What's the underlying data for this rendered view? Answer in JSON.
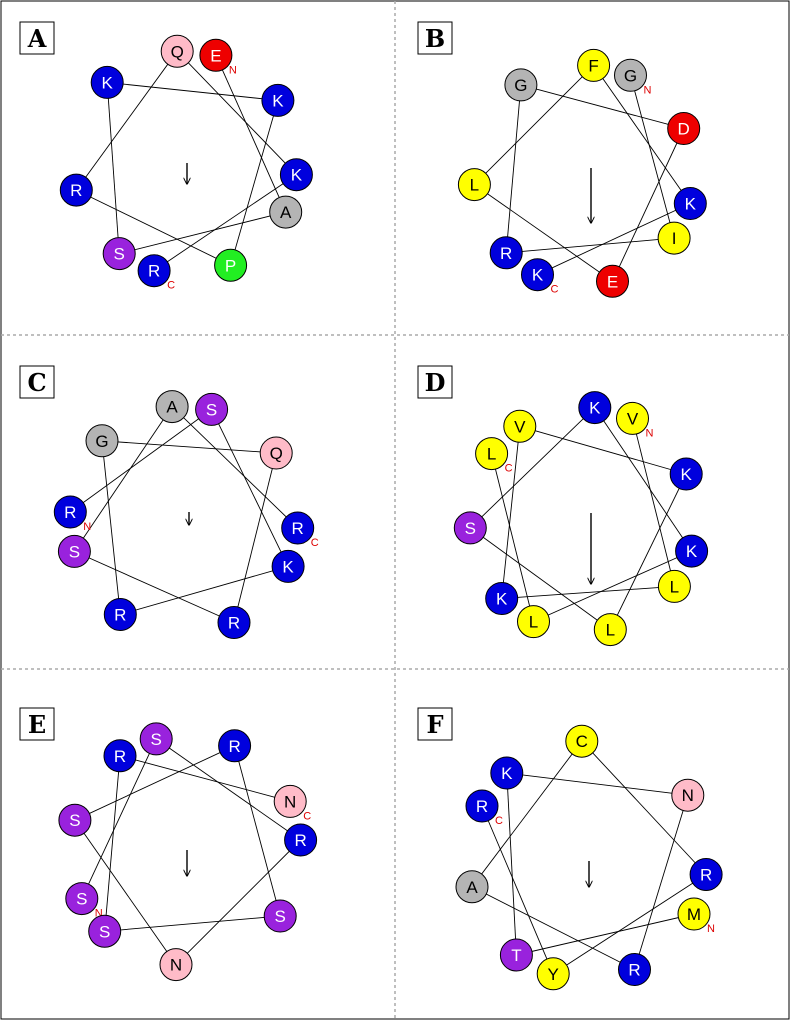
{
  "colors": {
    "basic": "#0000dd",
    "acidic": "#ee0000",
    "hydrophobic": "#ffff00",
    "polar": "#9922dd",
    "amide": "#ffbbc8",
    "small": "#b4b4b4",
    "proline": "#22ee22",
    "terminus_marker": "#dd0000",
    "line": "#000000",
    "divider": "#aaaaaa"
  },
  "panels": [
    {
      "letter": "A",
      "residues": [
        {
          "label": "E",
          "class": "acidic",
          "terminus": "N"
        },
        {
          "label": "A",
          "class": "small",
          "terminus": ""
        },
        {
          "label": "S",
          "class": "polar",
          "terminus": ""
        },
        {
          "label": "K",
          "class": "basic",
          "terminus": ""
        },
        {
          "label": "K",
          "class": "basic",
          "terminus": ""
        },
        {
          "label": "P",
          "class": "proline",
          "terminus": ""
        },
        {
          "label": "R",
          "class": "basic",
          "terminus": ""
        },
        {
          "label": "Q",
          "class": "amide",
          "terminus": ""
        },
        {
          "label": "K",
          "class": "basic",
          "terminus": ""
        },
        {
          "label": "R",
          "class": "basic",
          "terminus": "C"
        }
      ]
    },
    {
      "letter": "B",
      "residues": [
        {
          "label": "G",
          "class": "small",
          "terminus": "N"
        },
        {
          "label": "I",
          "class": "hydrophobic",
          "terminus": ""
        },
        {
          "label": "R",
          "class": "basic",
          "terminus": ""
        },
        {
          "label": "G",
          "class": "small",
          "terminus": ""
        },
        {
          "label": "D",
          "class": "acidic",
          "terminus": ""
        },
        {
          "label": "E",
          "class": "acidic",
          "terminus": ""
        },
        {
          "label": "L",
          "class": "hydrophobic",
          "terminus": ""
        },
        {
          "label": "F",
          "class": "hydrophobic",
          "terminus": ""
        },
        {
          "label": "K",
          "class": "basic",
          "terminus": ""
        },
        {
          "label": "K",
          "class": "basic",
          "terminus": "C"
        }
      ]
    },
    {
      "letter": "C",
      "residues": [
        {
          "label": "R",
          "class": "basic",
          "terminus": "N"
        },
        {
          "label": "S",
          "class": "polar",
          "terminus": ""
        },
        {
          "label": "K",
          "class": "basic",
          "terminus": ""
        },
        {
          "label": "R",
          "class": "basic",
          "terminus": ""
        },
        {
          "label": "G",
          "class": "small",
          "terminus": ""
        },
        {
          "label": "Q",
          "class": "amide",
          "terminus": ""
        },
        {
          "label": "R",
          "class": "basic",
          "terminus": ""
        },
        {
          "label": "S",
          "class": "polar",
          "terminus": ""
        },
        {
          "label": "A",
          "class": "small",
          "terminus": ""
        },
        {
          "label": "R",
          "class": "basic",
          "terminus": "C"
        }
      ]
    },
    {
      "letter": "D",
      "residues": [
        {
          "label": "V",
          "class": "hydrophobic",
          "terminus": "N"
        },
        {
          "label": "L",
          "class": "hydrophobic",
          "terminus": ""
        },
        {
          "label": "K",
          "class": "basic",
          "terminus": ""
        },
        {
          "label": "V",
          "class": "hydrophobic",
          "terminus": ""
        },
        {
          "label": "K",
          "class": "basic",
          "terminus": ""
        },
        {
          "label": "L",
          "class": "hydrophobic",
          "terminus": ""
        },
        {
          "label": "S",
          "class": "polar",
          "terminus": ""
        },
        {
          "label": "K",
          "class": "basic",
          "terminus": ""
        },
        {
          "label": "K",
          "class": "basic",
          "terminus": ""
        },
        {
          "label": "L",
          "class": "hydrophobic",
          "terminus": ""
        },
        {
          "label": "L",
          "class": "hydrophobic",
          "terminus": "C"
        }
      ]
    },
    {
      "letter": "E",
      "residues": [
        {
          "label": "S",
          "class": "polar",
          "terminus": "N"
        },
        {
          "label": "S",
          "class": "polar",
          "terminus": ""
        },
        {
          "label": "R",
          "class": "basic",
          "terminus": ""
        },
        {
          "label": "N",
          "class": "amide",
          "terminus": ""
        },
        {
          "label": "S",
          "class": "polar",
          "terminus": ""
        },
        {
          "label": "R",
          "class": "basic",
          "terminus": ""
        },
        {
          "label": "S",
          "class": "polar",
          "terminus": ""
        },
        {
          "label": "S",
          "class": "polar",
          "terminus": ""
        },
        {
          "label": "R",
          "class": "basic",
          "terminus": ""
        },
        {
          "label": "N",
          "class": "amide",
          "terminus": "C"
        }
      ]
    },
    {
      "letter": "F",
      "residues": [
        {
          "label": "M",
          "class": "hydrophobic",
          "terminus": "N"
        },
        {
          "label": "T",
          "class": "polar",
          "terminus": ""
        },
        {
          "label": "K",
          "class": "basic",
          "terminus": ""
        },
        {
          "label": "N",
          "class": "amide",
          "terminus": ""
        },
        {
          "label": "R",
          "class": "basic",
          "terminus": ""
        },
        {
          "label": "A",
          "class": "small",
          "terminus": ""
        },
        {
          "label": "C",
          "class": "hydrophobic",
          "terminus": ""
        },
        {
          "label": "R",
          "class": "basic",
          "terminus": ""
        },
        {
          "label": "Y",
          "class": "hydrophobic",
          "terminus": ""
        },
        {
          "label": "R",
          "class": "basic",
          "terminus": "C"
        }
      ]
    }
  ]
}
